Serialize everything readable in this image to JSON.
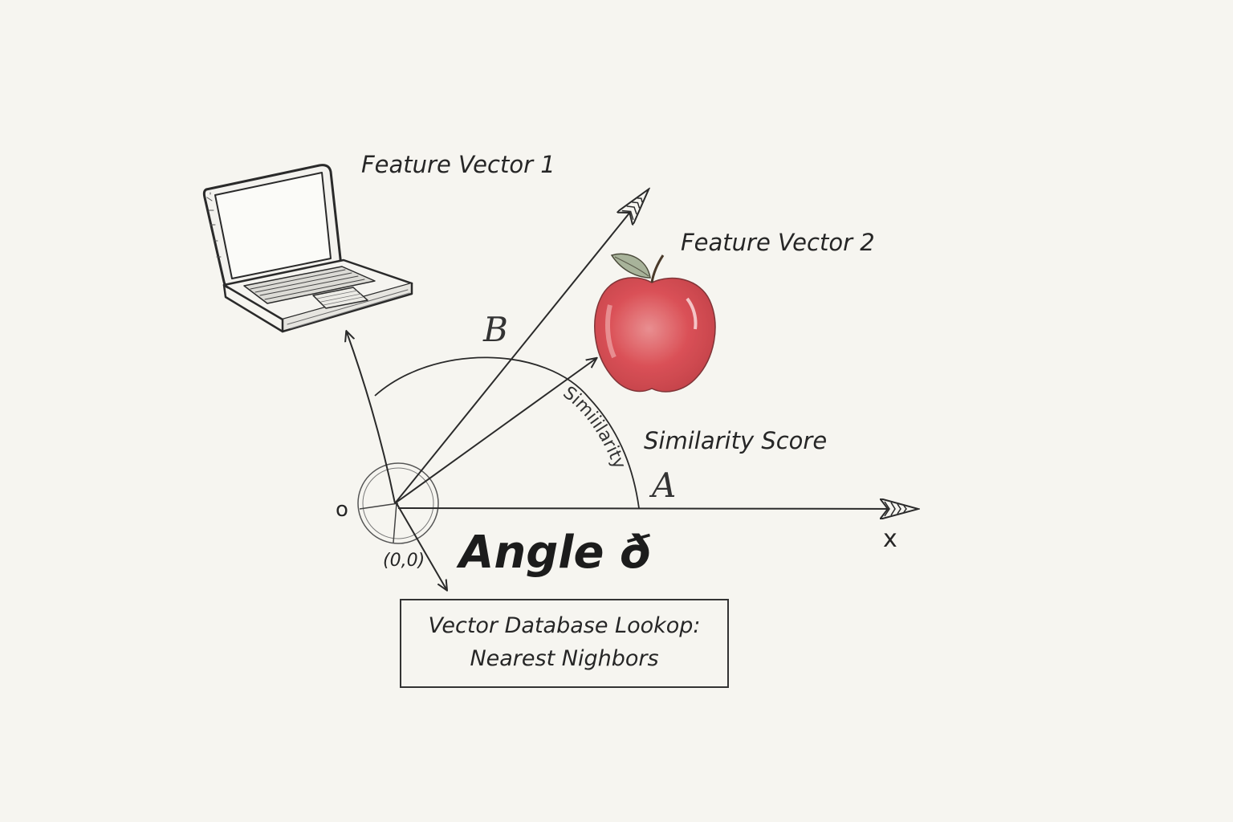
{
  "labels": {
    "feature_vector_1": "Feature Vector 1",
    "feature_vector_2": "Feature Vector 2",
    "similarity_score": "Similarity Score",
    "similarity_arc_text": "Simiiilarity",
    "vector_a": "A",
    "vector_b": "B",
    "origin": "o",
    "origin_coord": "(0,0)",
    "x_axis": "x",
    "angle": "Angle ð"
  },
  "lookup_box": {
    "line1": "Vector Database Lookop:",
    "line2": "Nearest Nighbors"
  },
  "icons": {
    "item_1": "laptop-icon",
    "item_2": "apple-icon"
  },
  "colors": {
    "background": "#f6f5f0",
    "ink": "#2a2a2a",
    "apple_red": "#d9484f",
    "leaf_green": "#9aa58c"
  }
}
